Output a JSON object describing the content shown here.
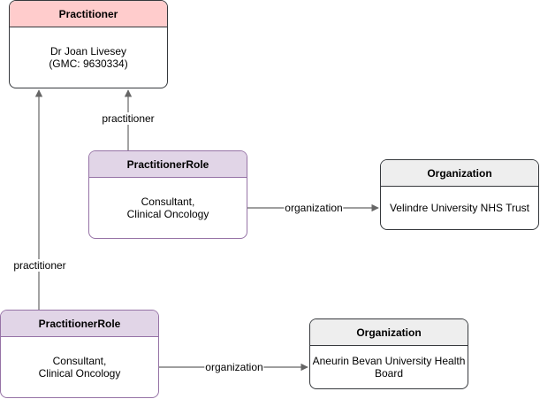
{
  "practitioner": {
    "title": "Practitioner",
    "body": "Dr Joan Livesey\n(GMC: 9630334)"
  },
  "role_1": {
    "title": "PractitionerRole",
    "body": "Consultant,\nClinical Oncology"
  },
  "role_2": {
    "title": "PractitionerRole",
    "body": "Consultant,\nClinical Oncology"
  },
  "org_1": {
    "title": "Organization",
    "body": "Velindre University NHS Trust"
  },
  "org_2": {
    "title": "Organization",
    "body": "Aneurin Bevan University Health\nBoard"
  },
  "edges": {
    "role1_practitioner": "practitioner",
    "role2_practitioner": "practitioner",
    "role1_org": "organization",
    "role2_org": "organization"
  },
  "colors": {
    "practitioner_header": "#ffcccc",
    "role_header": "#e1d5e7",
    "role_border": "#9673a6",
    "org_header": "#eeeeee",
    "edge": "#666666"
  }
}
